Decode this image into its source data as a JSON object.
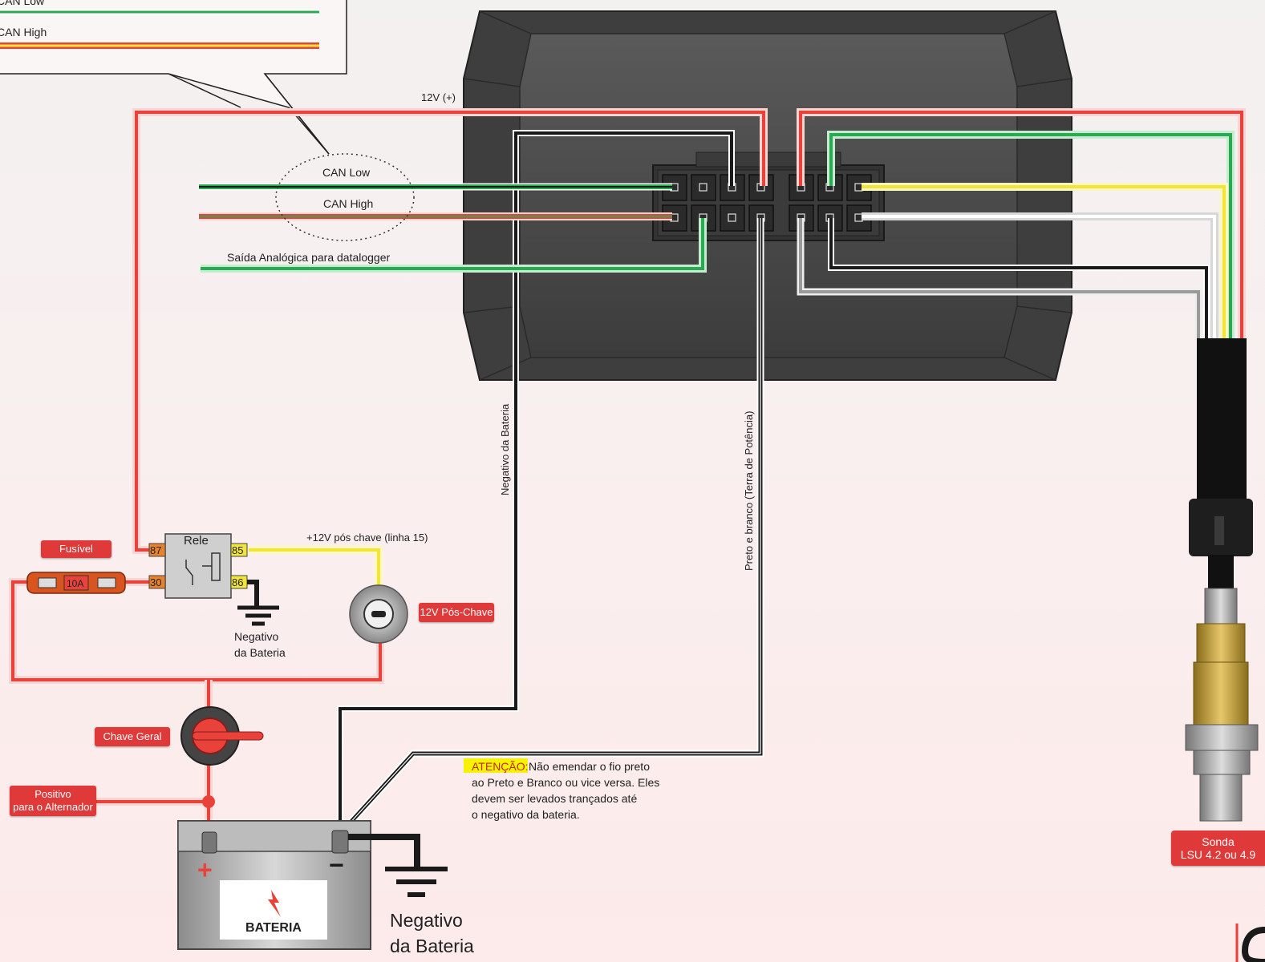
{
  "legend": {
    "can_low": "CAN Low",
    "can_high": "CAN High"
  },
  "wires": {
    "power_12v": "12V (+)",
    "can_low": "CAN Low",
    "can_high": "CAN High",
    "analog_out": "Saída Analógica para datalogger",
    "post_key": "+12V pós chave (linha 15)",
    "battery_negative_vertical": "Negativo da Bateria",
    "power_ground_vertical": "Preto e branco (Terra de Potência)"
  },
  "relay": {
    "title": "Rele",
    "pins": [
      "87",
      "30",
      "85",
      "86"
    ]
  },
  "fuse": {
    "label": "Fusível",
    "rating": "10A"
  },
  "relay_ground": {
    "line1": "Negativo",
    "line2": "da Bateria"
  },
  "key_switch": {
    "label": "12V Pós-Chave"
  },
  "main_switch": {
    "label": "Chave Geral"
  },
  "alternator": {
    "line1": "Positivo",
    "line2": "para o Alternador"
  },
  "battery": {
    "label": "BATERIA",
    "plus": "+",
    "minus": "−"
  },
  "battery_ground": {
    "line1": "Negativo",
    "line2": "da Bateria"
  },
  "warning": {
    "tag": "ATENÇÃO:",
    "line1": "Não emendar o fio preto",
    "line2": "ao Preto e Branco ou vice versa. Eles",
    "line3": "devem ser levados trançados até",
    "line4": "o negativo da bateria."
  },
  "sensor": {
    "line1": "Sonda",
    "line2": "LSU 4.2 ou 4.9"
  },
  "colors": {
    "red_wire": "#e8423a",
    "green_wire": "#2aa852",
    "yellow_wire": "#f2e43a",
    "black_wire": "#1a1a1a",
    "module_body": "#4b4b4b",
    "label_red": "#e0393a"
  }
}
